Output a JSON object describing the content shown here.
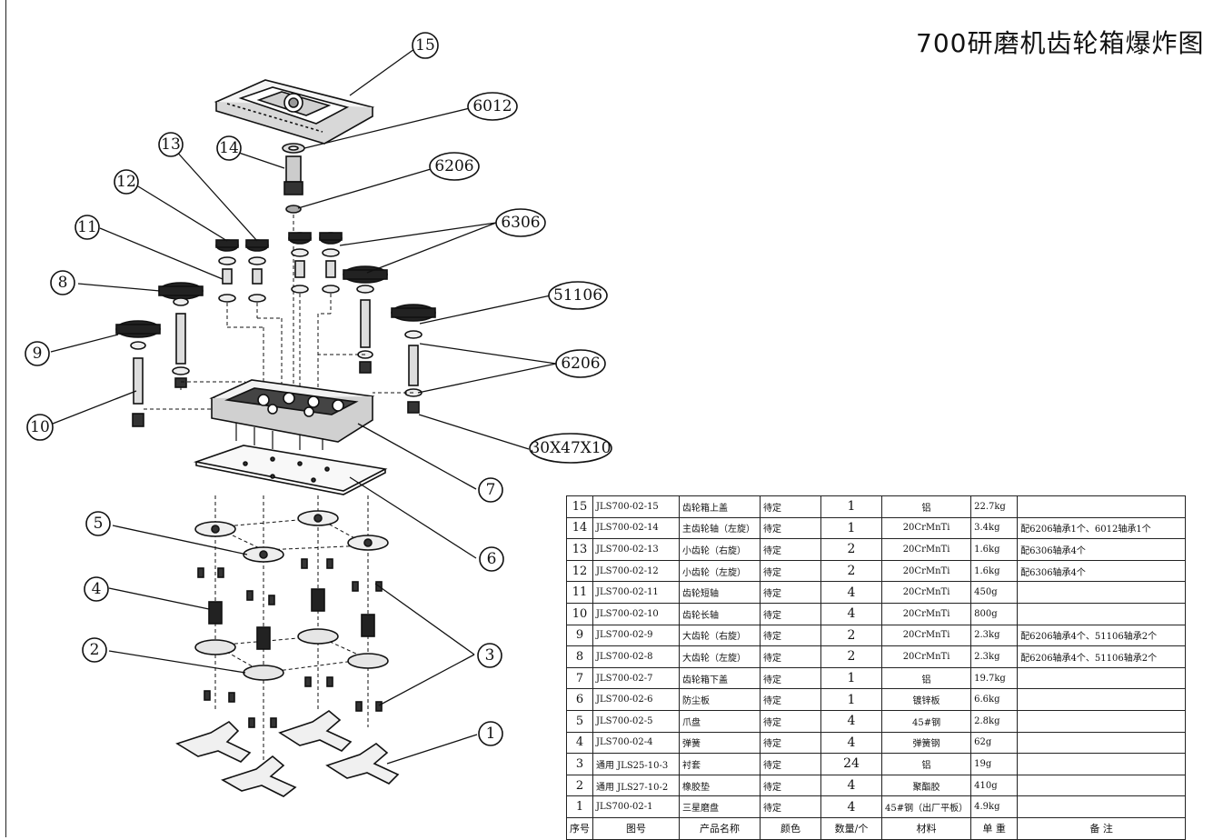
{
  "title": "700研磨机齿轮箱爆炸图",
  "callouts": [
    {
      "id": "c15",
      "label": "15"
    },
    {
      "id": "c6012",
      "label": "6012"
    },
    {
      "id": "c14",
      "label": "14"
    },
    {
      "id": "c13",
      "label": "13"
    },
    {
      "id": "c6206a",
      "label": "6206"
    },
    {
      "id": "c12",
      "label": "12"
    },
    {
      "id": "c6306",
      "label": "6306"
    },
    {
      "id": "c11",
      "label": "11"
    },
    {
      "id": "c8",
      "label": "8"
    },
    {
      "id": "c51106",
      "label": "51106"
    },
    {
      "id": "c9",
      "label": "9"
    },
    {
      "id": "c6206b",
      "label": "6206"
    },
    {
      "id": "c10",
      "label": "10"
    },
    {
      "id": "c30x47",
      "label": "30X47X10"
    },
    {
      "id": "c7",
      "label": "7"
    },
    {
      "id": "c5",
      "label": "5"
    },
    {
      "id": "c6",
      "label": "6"
    },
    {
      "id": "c4",
      "label": "4"
    },
    {
      "id": "c2",
      "label": "2"
    },
    {
      "id": "c3",
      "label": "3"
    },
    {
      "id": "c1",
      "label": "1"
    }
  ],
  "bom": {
    "headers": [
      "序号",
      "图号",
      "产品名称",
      "颜色",
      "数量/个",
      "材料",
      "单 重",
      "备  注"
    ],
    "rows": [
      [
        "15",
        "JLS700-02-15",
        "齿轮箱上盖",
        "待定",
        "1",
        "铝",
        "22.7kg",
        ""
      ],
      [
        "14",
        "JLS700-02-14",
        "主齿轮轴（左旋）",
        "待定",
        "1",
        "20CrMnTi",
        "3.4kg",
        "配6206轴承1个、6012轴承1个"
      ],
      [
        "13",
        "JLS700-02-13",
        "小齿轮（右旋）",
        "待定",
        "2",
        "20CrMnTi",
        "1.6kg",
        "配6306轴承4个"
      ],
      [
        "12",
        "JLS700-02-12",
        "小齿轮（左旋）",
        "待定",
        "2",
        "20CrMnTi",
        "1.6kg",
        "配6306轴承4个"
      ],
      [
        "11",
        "JLS700-02-11",
        "齿轮短轴",
        "待定",
        "4",
        "20CrMnTi",
        "450g",
        ""
      ],
      [
        "10",
        "JLS700-02-10",
        "齿轮长轴",
        "待定",
        "4",
        "20CrMnTi",
        "800g",
        ""
      ],
      [
        "9",
        "JLS700-02-9",
        "大齿轮（右旋）",
        "待定",
        "2",
        "20CrMnTi",
        "2.3kg",
        "配6206轴承4个、51106轴承2个"
      ],
      [
        "8",
        "JLS700-02-8",
        "大齿轮（左旋）",
        "待定",
        "2",
        "20CrMnTi",
        "2.3kg",
        "配6206轴承4个、51106轴承2个"
      ],
      [
        "7",
        "JLS700-02-7",
        "齿轮箱下盖",
        "待定",
        "1",
        "铝",
        "19.7kg",
        ""
      ],
      [
        "6",
        "JLS700-02-6",
        "防尘板",
        "待定",
        "1",
        "镀锌板",
        "6.6kg",
        ""
      ],
      [
        "5",
        "JLS700-02-5",
        "爪盘",
        "待定",
        "4",
        "45#钢",
        "2.8kg",
        ""
      ],
      [
        "4",
        "JLS700-02-4",
        "弹簧",
        "待定",
        "4",
        "弹簧钢",
        "62g",
        ""
      ],
      [
        "3",
        "通用 JLS25-10-3",
        "衬套",
        "待定",
        "24",
        "铝",
        "19g",
        ""
      ],
      [
        "2",
        "通用 JLS27-10-2",
        "橡胶垫",
        "待定",
        "4",
        "聚酯胶",
        "410g",
        ""
      ],
      [
        "1",
        "JLS700-02-1",
        "三星磨盘",
        "待定",
        "4",
        "45#钢（出厂平板）",
        "4.9kg",
        ""
      ]
    ]
  }
}
